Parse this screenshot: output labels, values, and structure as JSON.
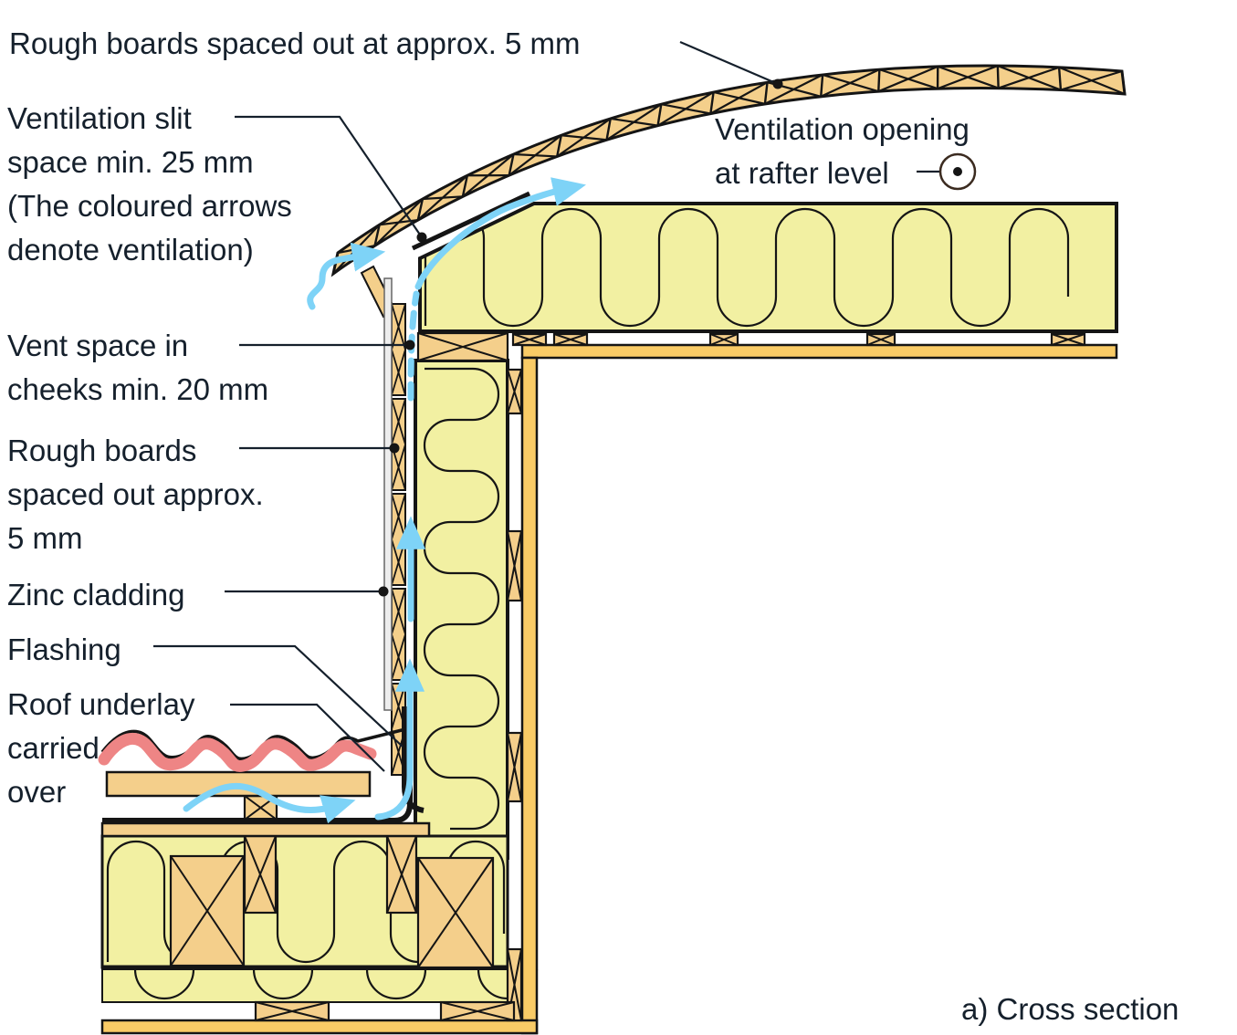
{
  "labels": {
    "rough_boards_top": "Rough boards spaced out at approx. 5 mm",
    "ventilation_slit": "Ventilation slit\nspace min. 25 mm\n(The coloured arrows\ndenote ventilation)",
    "vent_space": "Vent space in\ncheeks min. 20 mm",
    "rough_boards_wall": "Rough boards\nspaced out approx.\n5 mm",
    "zinc_cladding": "Zinc cladding",
    "flashing": "Flashing",
    "roof_underlay": "Roof underlay\ncarried\nover",
    "vent_opening": "Ventilation opening\nat rafter level",
    "caption": "a) Cross section"
  },
  "palette": {
    "wood": "#f4cf8b",
    "insulation": "#f2f0a2",
    "lining": "#f9cb66",
    "arrow_blue": "#7ed3f7",
    "tile_red": "#ee8585",
    "ink": "#151515",
    "text": "#15202c",
    "zinc": "#ededed",
    "circle_outline": "#3b2b20"
  },
  "symbols": {
    "vent_opening_marker": "circle-with-center-dot",
    "ventilation_arrows": "light-blue-curved-arrows"
  }
}
